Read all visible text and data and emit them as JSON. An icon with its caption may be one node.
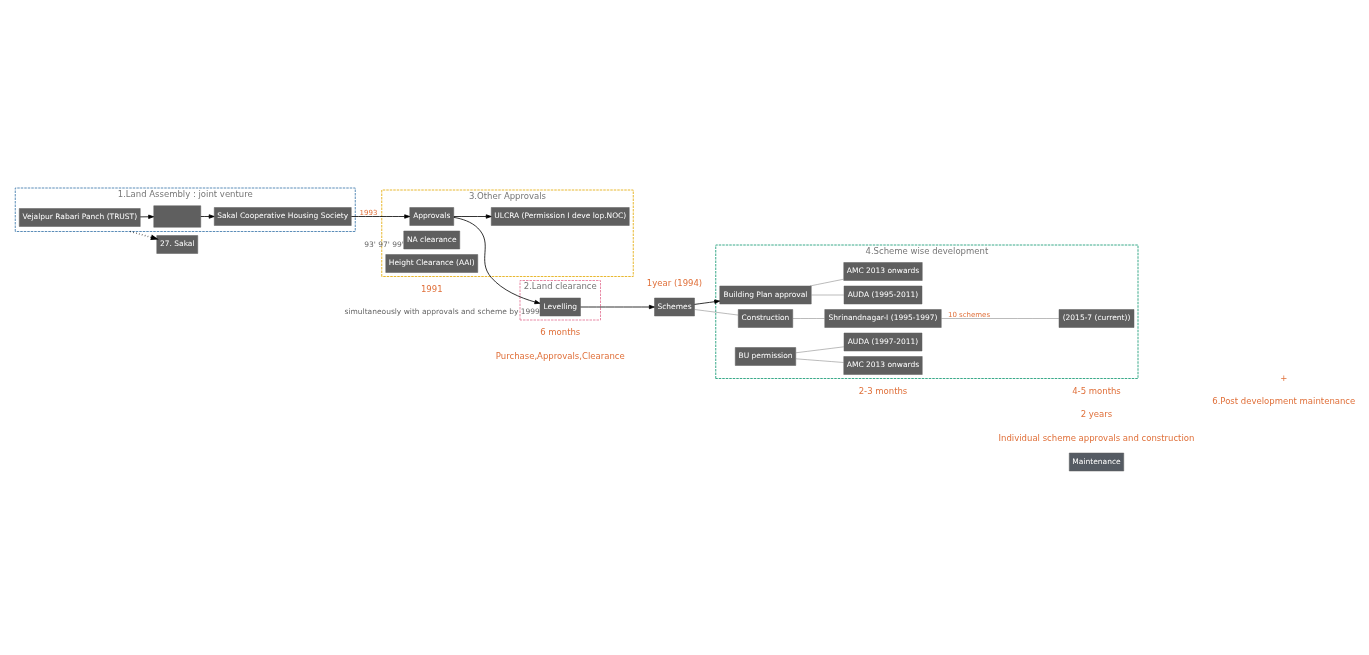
{
  "diagram": {
    "nodes": [
      {
        "text": [
          "1.Land Assembly : joint venture"
        ]
      },
      {
        "text": [
          "Vejalpur Rabari Panch (TRUST)"
        ],
        "in": 0
      },
      {
        "text": [],
        "shape": "box",
        "in": 0
      },
      {
        "text": [
          "Sakal Cooperative Housing Society"
        ],
        "in": 0
      },
      {
        "text": [
          "27. Sakal"
        ]
      },
      {
        "text": [
          "3.Other Approvals"
        ]
      },
      {
        "text": [
          "Approvals"
        ],
        "in": 5
      },
      {
        "text": [
          "2.Land clearance"
        ]
      },
      {
        "text": [
          "Levelling"
        ],
        "in": 7,
        "beside": [
          "simultaneously with approvals and scheme by 1999"
        ]
      },
      {
        "text": [
          "Schemes"
        ]
      },
      {
        "text": [
          "ULCRA (Permission I deve lop.NOC)"
        ],
        "in": 5
      },
      {
        "text": [
          "NA clearance"
        ],
        "in": 5,
        "beside": [
          "93' 97' 99'"
        ]
      },
      {
        "text": [
          "Height Clearance (AAI)"
        ],
        "in": 5
      },
      {
        "text": [
          "4.Scheme wise development"
        ]
      },
      {
        "text": [
          "Building Plan approval"
        ],
        "in": 13
      },
      {
        "text": [
          "Construction"
        ],
        "in": 13
      },
      {
        "text": [
          "AUDA (1995-2011)"
        ],
        "in": 13
      },
      {
        "text": [
          "AMC 2013 onwards"
        ],
        "in": 13
      },
      {
        "text": [
          "Shrinandnagar-I (1995-1997)"
        ],
        "in": 13
      },
      {
        "text": [
          "(2015-7 (current))"
        ],
        "in": 13
      },
      {
        "text": [
          "BU permission"
        ],
        "in": 13
      },
      {
        "text": [
          "AUDA (1997-2011)"
        ],
        "in": 13
      },
      {
        "text": [
          "AMC 2013 onwards"
        ],
        "in": 13
      },
      {
        "text": [
          "Maintenance"
        ]
      }
    ],
    "edges": [
      {
        "from": 1,
        "to": 2,
        "arrow": "to"
      },
      {
        "from": 2,
        "to": 3,
        "arrow": "to"
      },
      {
        "from": 3,
        "to": 6,
        "arrow": "to",
        "label": "1993"
      },
      {
        "from": 6,
        "to": 8,
        "arrow": "to"
      },
      {
        "from": 8,
        "to": 9,
        "arrow": "to"
      },
      {
        "from": 0,
        "to": 4,
        "arrow": "to",
        "style": "dashed"
      },
      {
        "from": 6,
        "to": 10,
        "arrow": "to"
      },
      {
        "from": 9,
        "to": 14,
        "arrow": "to"
      },
      {
        "from": 9,
        "to": 15,
        "arrow": "none",
        "color": "#777777"
      },
      {
        "from": 14,
        "to": 16,
        "arrow": "none",
        "color": "#777777"
      },
      {
        "from": 14,
        "to": 17,
        "arrow": "none",
        "color": "#777777"
      },
      {
        "from": 15,
        "to": 18,
        "arrow": "none",
        "color": "#777777"
      },
      {
        "from": 18,
        "to": 19,
        "arrow": "none",
        "label": "10 schemes",
        "color": "#777777"
      },
      {
        "from": 20,
        "to": 21,
        "arrow": "none",
        "color": "#777777"
      },
      {
        "from": 20,
        "to": 22,
        "arrow": "none",
        "color": "#777777"
      }
    ],
    "labels": [
      "1991",
      "1year (1994)",
      "6 months",
      "4-5 months",
      "2 years",
      "2-3 months",
      "6.Post development maintenance",
      "Purchase,Approvals,Clearance",
      "+",
      "Individual scheme approvals and construction"
    ]
  }
}
